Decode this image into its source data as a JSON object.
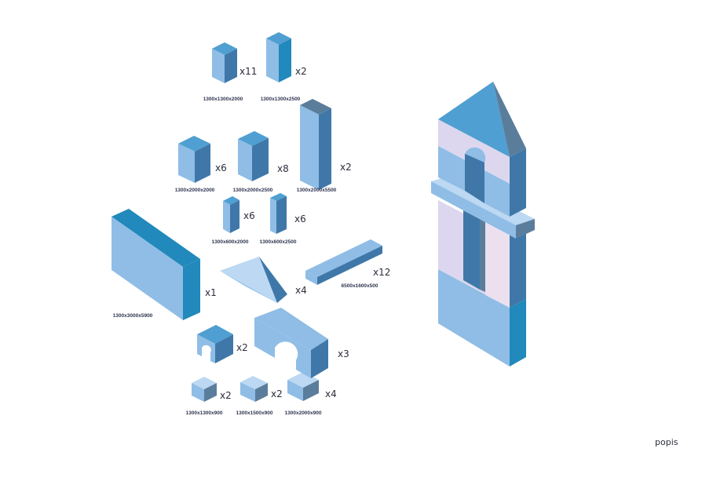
{
  "colors": {
    "top": "#4f9fd2",
    "left": "#8fbde6",
    "right": "#3f78a8",
    "deep": "#2189bb",
    "light": "#bcd8f2",
    "slate": "#5b7d9c",
    "lilac": "#dcd7ee",
    "pink": "#ece0ef"
  },
  "blocks": [
    {
      "id": "block-1300x1300x2000",
      "qty": "x11",
      "dim": "1300x1300x2000"
    },
    {
      "id": "block-1300x1300x2500",
      "qty": "x2",
      "dim": "1300x1300x2500"
    },
    {
      "id": "block-1300x2000x2000",
      "qty": "x6",
      "dim": "1300x2000x2000"
    },
    {
      "id": "block-1300x2000x2500",
      "qty": "x8",
      "dim": "1300x2000x2500"
    },
    {
      "id": "block-1300x2000x5500",
      "qty": "x2",
      "dim": "1300x2000x5500"
    },
    {
      "id": "block-1300x600x2000",
      "qty": "x6",
      "dim": "1300x600x2000"
    },
    {
      "id": "block-1300x600x2500",
      "qty": "x6",
      "dim": "1300x600x2500"
    },
    {
      "id": "block-1300x3000x5900",
      "qty": "x1",
      "dim": "1300x3000x5900"
    },
    {
      "id": "ramp-block",
      "qty": "x4",
      "dim": ""
    },
    {
      "id": "plank-6500x1600x500",
      "qty": "x12",
      "dim": "6500x1600x500"
    },
    {
      "id": "small-arch-block",
      "qty": "x2",
      "dim": ""
    },
    {
      "id": "large-arch-block",
      "qty": "x3",
      "dim": ""
    },
    {
      "id": "block-1300x1300x900",
      "qty": "x2",
      "dim": "1300x1300x900"
    },
    {
      "id": "block-1300x1500x900",
      "qty": "x2",
      "dim": "1300x1500x900"
    },
    {
      "id": "block-1300x2000x900",
      "qty": "x4",
      "dim": "1300x2000x900"
    }
  ],
  "caption": "popis"
}
